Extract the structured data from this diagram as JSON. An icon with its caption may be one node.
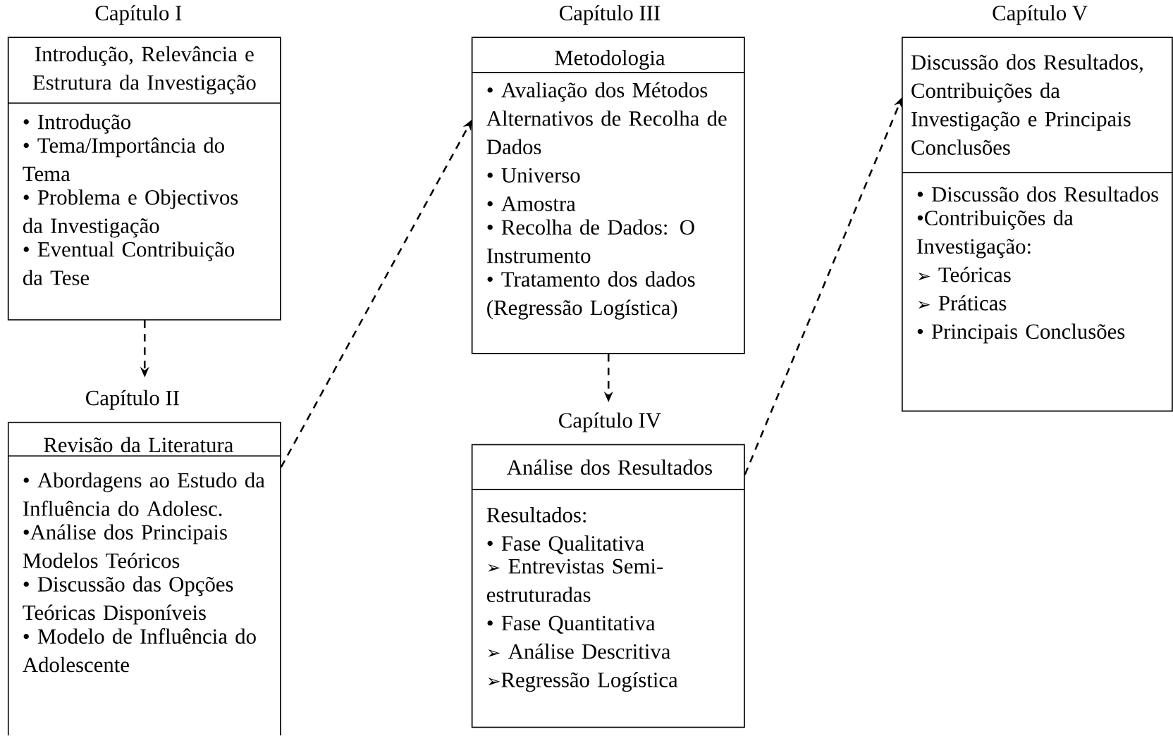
{
  "diagram": {
    "nodes": [
      {
        "text": [
          "Capítulo I",
          "Introdução, Relevância e Estrutura da Investigação",
          "• Introdução",
          "• Tema/Importância do Tema",
          "• Problema e Objectivos da Investigação",
          "• Eventual Contribuição da Tese"
        ]
      },
      {
        "text": [
          "Capítulo II",
          "Revisão da Literatura",
          "• Abordagens ao Estudo da Influência do Adolesc.",
          "•Análise dos Principais Modelos Teóricos",
          "• Discussão das Opções Teóricas Disponíveis",
          "• Modelo de Influência do Adolescente"
        ]
      },
      {
        "text": [
          "Capítulo III",
          "Metodologia",
          "• Avaliação dos Métodos Alternativos de Recolha de Dados",
          "• Universo",
          "• Amostra",
          "• Recolha de Dados: O Instrumento",
          "• Tratamento dos dados (Regressão Logística)"
        ]
      },
      {
        "text": [
          "Capítulo IV",
          "Análise dos Resultados",
          "Resultados:",
          "• Fase Qualitativa",
          "➢ Entrevistas Semi-estruturadas",
          "• Fase Quantitativa",
          "➢ Análise Descritiva",
          "➢Regressão Logística"
        ]
      },
      {
        "text": [
          "Capítulo V",
          "Discussão dos Resultados, Contribuições da Investigação e Principais Conclusões",
          "• Discussão dos Resultados",
          "•Contribuições da Investigação:",
          "➢ Teóricas",
          "➢ Práticas",
          "• Principais Conclusões"
        ]
      }
    ],
    "edges": [
      {
        "from": 0,
        "to": 1,
        "arrow": "to",
        "style": "dashed"
      },
      {
        "from": 1,
        "to": 2,
        "arrow": "to",
        "style": "dashed"
      },
      {
        "from": 2,
        "to": 3,
        "arrow": "to",
        "style": "dashed"
      },
      {
        "from": 3,
        "to": 4,
        "arrow": "to",
        "style": "dashed"
      }
    ]
  }
}
